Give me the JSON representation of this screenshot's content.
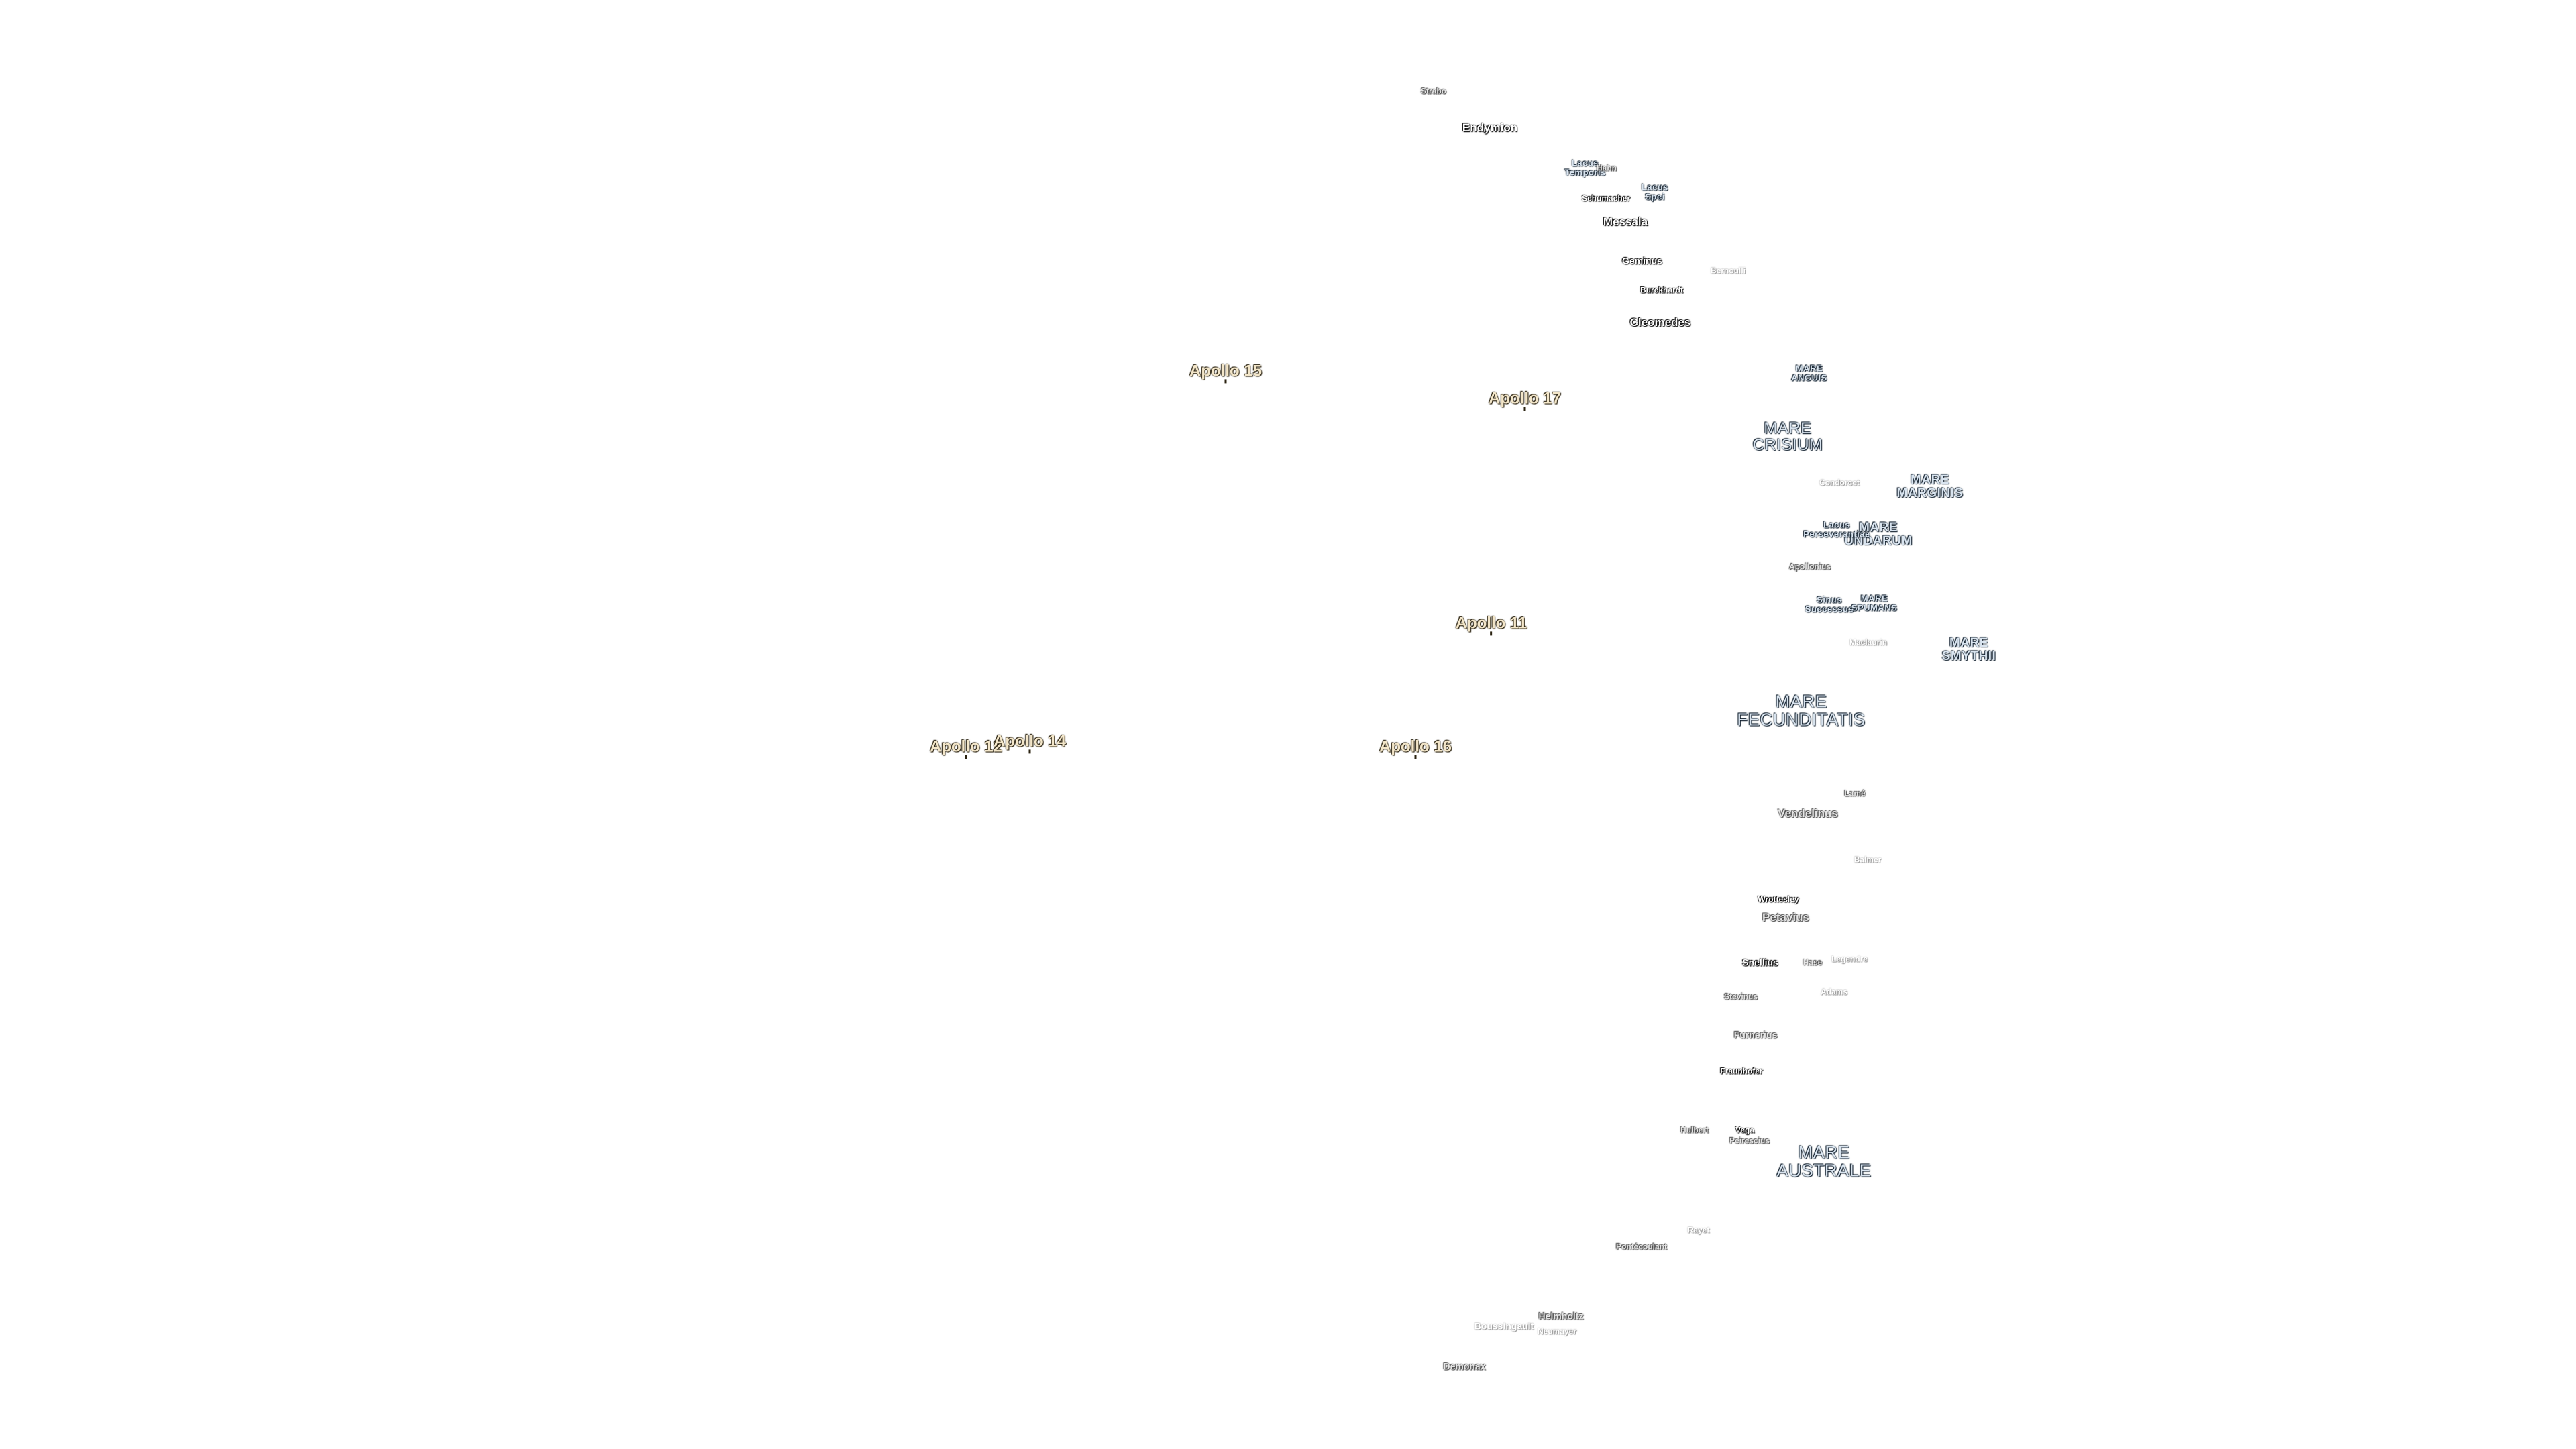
{
  "map": {
    "apollo_sites": {
      "apollo_15": "Apollo 15",
      "apollo_17": "Apollo 17",
      "apollo_11": "Apollo 11",
      "apollo_12": "Apollo 12",
      "apollo_14": "Apollo 14",
      "apollo_16": "Apollo 16"
    },
    "maria": {
      "mare_anguis": "MARE\nANGUIS",
      "mare_crisium": "MARE\nCRISIUM",
      "mare_marginis": "MARE\nMARGINIS",
      "mare_undarum": "MARE\nUNDARUM",
      "lacus_perseverantiae": "Lacus\nPerseverantiae",
      "sinus_successus": "Sinus\nSuccessus",
      "mare_spumans": "MARE\nSPUMANS",
      "mare_smythii": "MARE\nSMYTHII",
      "mare_fecunditatis": "MARE\nFECUNDITATIS",
      "mare_australe": "MARE\nAUSTRALE",
      "lacus_temporis": "Lacus\nTemporis",
      "lacus_spei": "Lacus\nSpei"
    },
    "craters": {
      "strabo": "Strabo",
      "endymion": "Endymion",
      "schumacher": "Schumacher",
      "messala": "Messala",
      "geminus": "Geminus",
      "bernoulli": "Bernoulli",
      "burckhardt": "Burckhardt",
      "cleomedes": "Cleomedes",
      "condorcet": "Condorcet",
      "apollonius": "Apollonius",
      "maclaurin": "Maclaurin",
      "lame": "Lamé",
      "vendelinus": "Vendelinus",
      "balmer": "Balmer",
      "wrottesley": "Wrottesley",
      "petavius": "Petavius",
      "snellius": "Snellius",
      "hase": "Hase",
      "legendre": "Legendre",
      "stevinus": "Stevinus",
      "adams": "Adams",
      "furnerius": "Furnerius",
      "fraunhofer": "Fraunhofer",
      "hulbert": "Hulbert",
      "vega": "Vega",
      "peirescius": "Peirescius",
      "pontecoulant": "Pontécoulant",
      "rayet": "Rayet",
      "helmholtz": "Helmholtz",
      "boussingault": "Boussingault",
      "neumayer": "Neumayer",
      "demonax": "Demonax",
      "hahn": "Hahn"
    }
  }
}
